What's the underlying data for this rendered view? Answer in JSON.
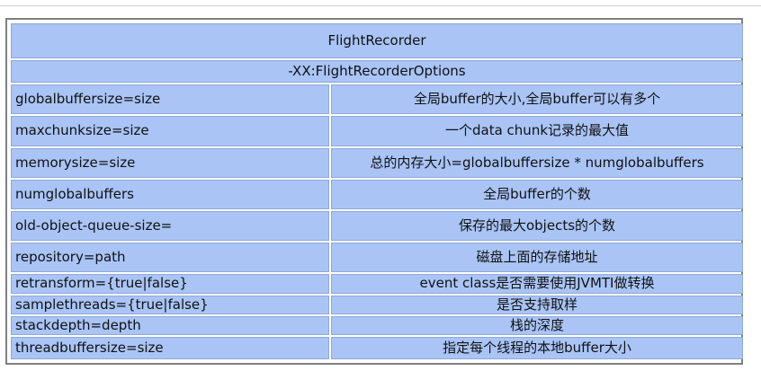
{
  "table": {
    "title": "FlightRecorder",
    "option": "-XX:FlightRecorderOptions",
    "rows": [
      {
        "param": "globalbuffersize=size",
        "desc": "全局buffer的大小,全局buffer可以有多个"
      },
      {
        "param": "maxchunksize=size",
        "desc": "一个data chunk记录的最大值"
      },
      {
        "param": "memorysize=size",
        "desc": "总的内存大小=globalbuffersize * numglobalbuffers"
      },
      {
        "param": "numglobalbuffers",
        "desc": "全局buffer的个数"
      },
      {
        "param": "old-object-queue-size=",
        "desc": "保存的最大objects的个数"
      },
      {
        "param": "repository=path",
        "desc": "磁盘上面的存储地址"
      },
      {
        "param": "retransform={true|false}",
        "desc": "event class是否需要使用JVMTI做转换"
      },
      {
        "param": "samplethreads={true|false}",
        "desc": "是否支持取样"
      },
      {
        "param": "stackdepth=depth",
        "desc": "栈的深度"
      },
      {
        "param": "threadbuffersize=size",
        "desc": "指定每个线程的本地buffer大小"
      }
    ]
  },
  "colors": {
    "cell_fill": "#a9c4f5",
    "cell_border": "#8fa8d9",
    "frame": "#7f7f7f"
  }
}
